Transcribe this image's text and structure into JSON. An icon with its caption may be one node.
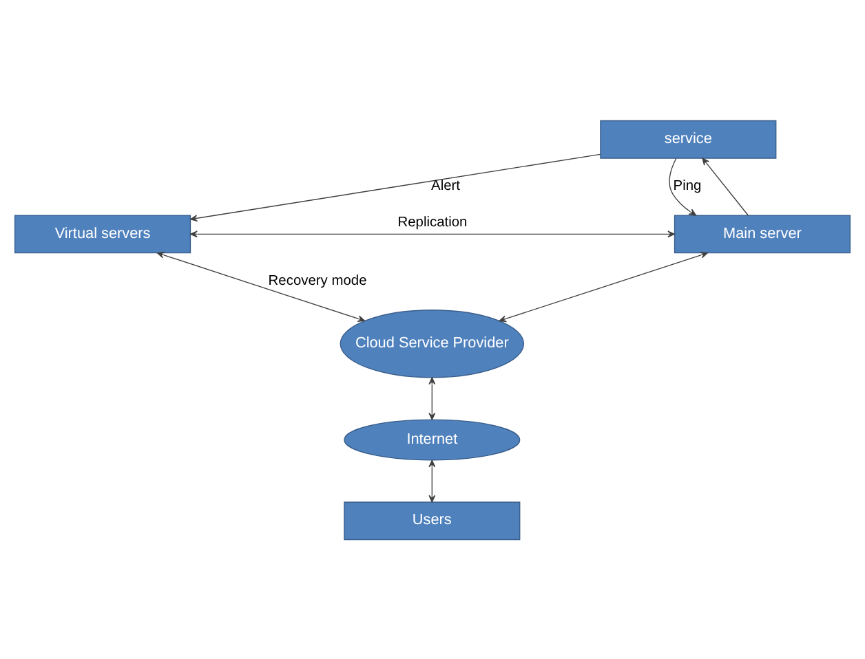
{
  "diagram": {
    "nodes": [
      {
        "text": [
          "service"
        ]
      },
      {
        "text": [
          "Virtual servers"
        ]
      },
      {
        "text": [
          "Main server"
        ]
      },
      {
        "text": [
          "Cloud Service Provider"
        ]
      },
      {
        "text": [
          "Internet"
        ]
      },
      {
        "text": [
          "Users"
        ]
      }
    ],
    "edges": [
      {
        "from": 0,
        "to": 1,
        "arrow": "to",
        "label": "Alert"
      },
      {
        "from": 0,
        "to": 2,
        "arrow": "to",
        "label": "Ping"
      },
      {
        "from": 2,
        "to": 0,
        "arrow": "to"
      },
      {
        "from": 1,
        "to": 2,
        "arrow": "both",
        "label": "Replication"
      },
      {
        "from": 1,
        "to": 3,
        "arrow": "both",
        "label": "Recovery mode"
      },
      {
        "from": 2,
        "to": 3,
        "arrow": "both"
      },
      {
        "from": 3,
        "to": 4,
        "arrow": "both"
      },
      {
        "from": 4,
        "to": 5,
        "arrow": "both"
      }
    ]
  }
}
